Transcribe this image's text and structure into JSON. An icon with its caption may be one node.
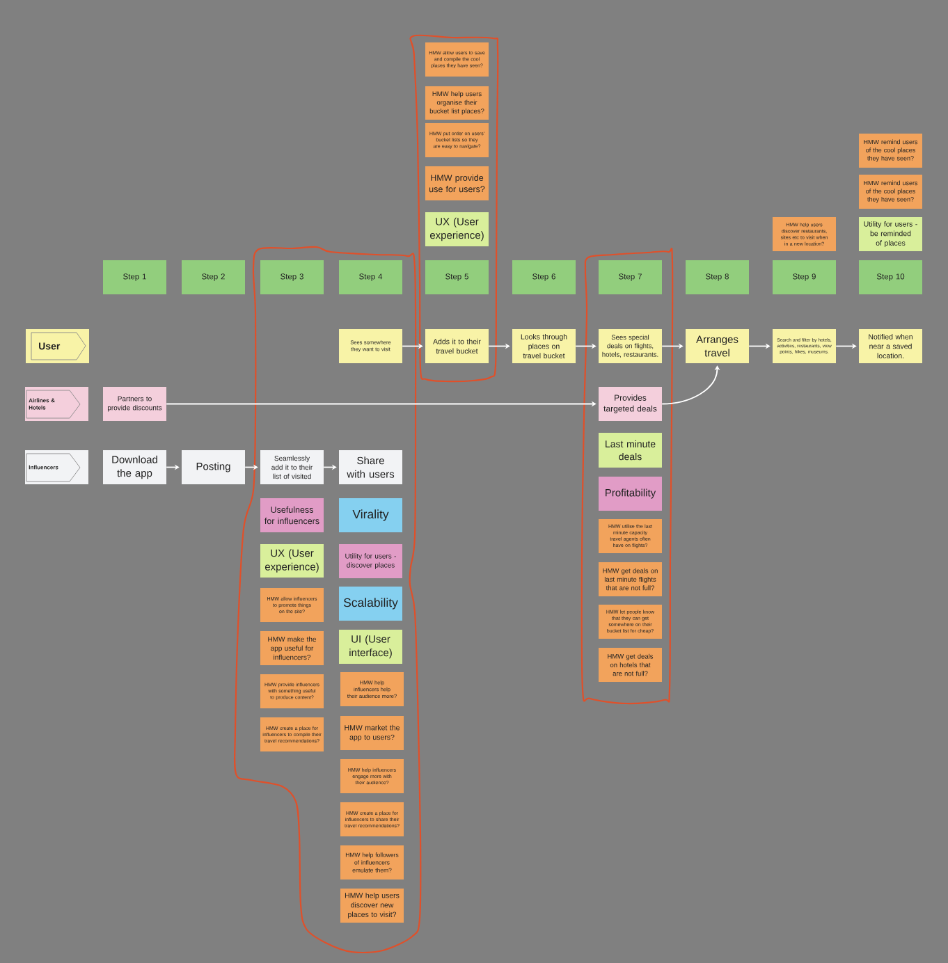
{
  "diagram": {
    "nodes": [
      {
        "text": [],
        "shape": "loop"
      },
      {
        "text": [
          "HMW allow users to save and compile the cool places they have seen?"
        ],
        "in": 0
      },
      {
        "text": [
          "HMW help users organise their bucket list places?"
        ],
        "in": 0
      },
      {
        "text": [
          "HMW put order on users' bucket lists so they are easy to navigate?"
        ],
        "in": 0
      },
      {
        "text": [
          "HMW provide use for users?"
        ],
        "in": 0
      },
      {
        "text": [
          "UX (User experience)"
        ],
        "in": 0
      },
      {
        "text": [
          "HMW remind users of the cool places they have seen?"
        ]
      },
      {
        "text": [
          "HMW remind users of the cool places they have seen?"
        ]
      },
      {
        "text": [
          "HMW help users discover restaurants, sites etc to visit when in a new location?"
        ]
      },
      {
        "text": [
          "Utility for users - be reminded of places"
        ]
      },
      {
        "text": [],
        "shape": "loop"
      },
      {
        "text": [],
        "shape": "loop"
      },
      {
        "text": [
          "Step 1"
        ]
      },
      {
        "text": [
          "Step 2"
        ]
      },
      {
        "text": [
          "Step 3"
        ],
        "in": 10
      },
      {
        "text": [
          "Step 4"
        ],
        "in": 10
      },
      {
        "text": [
          "Step 5"
        ],
        "in": 0
      },
      {
        "text": [
          "Step 6"
        ]
      },
      {
        "text": [
          "Step 7"
        ],
        "in": 11
      },
      {
        "text": [
          "Step 8"
        ]
      },
      {
        "text": [
          "Step 9"
        ]
      },
      {
        "text": [
          "Step 10"
        ]
      },
      {
        "text": [
          "User"
        ]
      },
      {
        "text": [
          "Sees somewhere they want to visit"
        ],
        "in": 10
      },
      {
        "text": [
          "Adds it to their travel bucket"
        ],
        "in": 0
      },
      {
        "text": [
          "Looks through places on travel bucket"
        ]
      },
      {
        "text": [
          "Sees special deals on flights, hotels, restaurants."
        ],
        "in": 11
      },
      {
        "text": [
          "Arranges travel"
        ]
      },
      {
        "text": [
          "Search and filter by hotels, activities, restaurants, view points, hikes, museums."
        ]
      },
      {
        "text": [
          "Notified when near a saved location."
        ]
      },
      {
        "text": [
          "Airlines & Hotels"
        ]
      },
      {
        "text": [
          "Partners to provide discounts"
        ]
      },
      {
        "text": [
          "Provides targeted deals"
        ],
        "in": 11
      },
      {
        "text": [
          "Influencers"
        ]
      },
      {
        "text": [
          "Download the app"
        ]
      },
      {
        "text": [
          "Posting"
        ]
      },
      {
        "text": [
          "Seamlessly add it to their list of visited"
        ],
        "in": 10
      },
      {
        "text": [
          "Share with users"
        ],
        "in": 10
      },
      {
        "text": [
          "Usefulness for influencers"
        ],
        "in": 10
      },
      {
        "text": [
          "UX (User experience)"
        ],
        "in": 10
      },
      {
        "text": [
          "HMW allow influencers to promote things on the site?"
        ],
        "in": 10
      },
      {
        "text": [
          "HMW make the app useful for influencers?"
        ],
        "in": 10
      },
      {
        "text": [
          "HMW provide influencers with something useful to produce content?"
        ],
        "in": 10
      },
      {
        "text": [
          "HMW create a place for influencers to compile their travel recommendations?"
        ],
        "in": 10
      },
      {
        "text": [
          "Virality"
        ],
        "in": 10
      },
      {
        "text": [
          "Utility for users - discover places"
        ],
        "in": 10
      },
      {
        "text": [
          "Scalability"
        ],
        "in": 10
      },
      {
        "text": [
          "UI (User interface)"
        ],
        "in": 10
      },
      {
        "text": [
          "HMW help influencers help their audience more?"
        ],
        "in": 10
      },
      {
        "text": [
          "HMW market the app to users?"
        ],
        "in": 10
      },
      {
        "text": [
          "HMW help influencers engage more with their audience?"
        ],
        "in": 10
      },
      {
        "text": [
          "HMW create a place for influencers to share their travel recommendations?"
        ],
        "in": 10
      },
      {
        "text": [
          "HMW help followers of influencers emulate them?"
        ],
        "in": 10
      },
      {
        "text": [
          "HMW help users discover new places to visit?"
        ],
        "in": 10
      },
      {
        "text": [
          "Last minute deals"
        ],
        "in": 11
      },
      {
        "text": [
          "Profitability"
        ],
        "in": 11
      },
      {
        "text": [
          "HMW utilise the last minute capacity travel agents often have on flights?"
        ],
        "in": 11
      },
      {
        "text": [
          "HMW get deals on last minute flights that are not full?"
        ],
        "in": 11
      },
      {
        "text": [
          "HMW let people know that they can get somewhere on their bucket list for cheap?"
        ],
        "in": 11
      },
      {
        "text": [
          "HMW get deals on hotels that are not full?"
        ],
        "in": 11
      }
    ],
    "edges": [
      {
        "from": 23,
        "to": 24,
        "arrow": "to"
      },
      {
        "from": 24,
        "to": 25,
        "arrow": "to"
      },
      {
        "from": 25,
        "to": 26,
        "arrow": "to"
      },
      {
        "from": 26,
        "to": 27,
        "arrow": "to"
      },
      {
        "from": 27,
        "to": 28,
        "arrow": "to"
      },
      {
        "from": 28,
        "to": 29,
        "arrow": "to"
      },
      {
        "from": 31,
        "to": 32,
        "arrow": "to"
      },
      {
        "from": 32,
        "to": 27,
        "arrow": "to"
      },
      {
        "from": 34,
        "to": 35,
        "arrow": "to"
      },
      {
        "from": 35,
        "to": 36,
        "arrow": "to"
      },
      {
        "from": 36,
        "to": 37,
        "arrow": "to"
      }
    ]
  }
}
